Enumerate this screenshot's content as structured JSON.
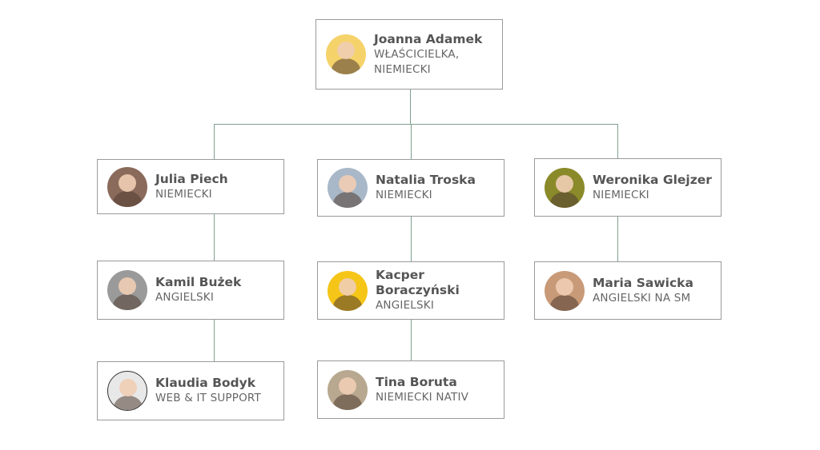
{
  "people": [
    {
      "name": "Joanna Adamek",
      "role": "WŁAŚCICIELKA, NIEMIECKI",
      "avatar_color": "#f5d36a"
    },
    {
      "name": "Julia Piech",
      "role": "NIEMIECKI",
      "avatar_color": "#8a6a5a"
    },
    {
      "name": "Natalia Troska",
      "role": "NIEMIECKI",
      "avatar_color": "#a8b8c8"
    },
    {
      "name": "Weronika Glejzer",
      "role": "NIEMIECKI",
      "avatar_color": "#8a8a2a"
    },
    {
      "name": "Kamil Bużek",
      "role": "ANGIELSKI",
      "avatar_color": "#9a9a9a"
    },
    {
      "name": "Kacper Boraczyński",
      "role": "ANGIELSKI",
      "avatar_color": "#f5c518"
    },
    {
      "name": "Maria Sawicka",
      "role": "ANGIELSKI NA SM",
      "avatar_color": "#c89a78"
    },
    {
      "name": "Klaudia Bodyk",
      "role": "WEB & IT SUPPORT",
      "avatar_color": "#e8e8e8"
    },
    {
      "name": "Tina Boruta",
      "role": "NIEMIECKI NATIV",
      "avatar_color": "#b8a890"
    }
  ]
}
